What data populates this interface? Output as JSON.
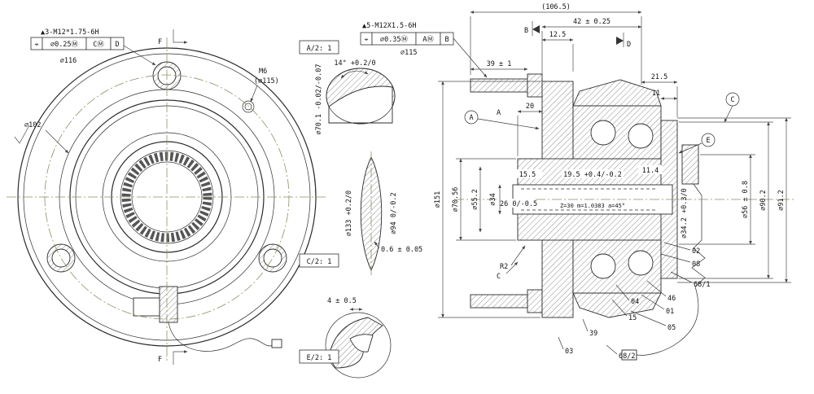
{
  "front": {
    "note_m12": "▲3-M12*1.75-6H",
    "fcf": {
      "c1": "⌖",
      "c2": "⌀0.25Ⓜ",
      "c3": "CⓂ",
      "c4": "D"
    },
    "dia116": "⌀116",
    "m6": "M6",
    "m6_bc": "(⌀115)",
    "dia102": "⌀102",
    "section_f": "F"
  },
  "details": {
    "a": {
      "label": "A/2: 1",
      "angle": "14° +0.2/0",
      "dia701": "⌀70.1 -0.02/-0.07"
    },
    "c": {
      "label": "C/2: 1",
      "gap": "0.6 ± 0.05",
      "dia133": "⌀133 +0.2/0",
      "dia94": "⌀94 0/-0.2"
    },
    "e": {
      "label": "E/2: 1",
      "dim4": "4 ± 0.5"
    }
  },
  "section": {
    "note_m12": "▲5-M12X1.5-6H",
    "fcf": {
      "c1": "⌖",
      "c2": "⌀0.35Ⓜ",
      "c3": "AⓂ",
      "c4": "B"
    },
    "dia115": "⌀115",
    "dims": {
      "overall": "(106.5)",
      "d42": "42 ± 0.25",
      "d125": "12.5",
      "d39": "39 ± 1",
      "d215": "21.5",
      "d11": "11",
      "d20": "20",
      "d155": "15.5",
      "d195": "19.5 +0.4/-0.2",
      "d114": "11.4",
      "d26": "26 0/-0.5",
      "spline": "Z=30  m=1.0383  a=45°",
      "dia151": "⌀151",
      "dia7056": "⌀70.56",
      "dia552": "⌀55.2",
      "dia34": "⌀34",
      "dia342": "⌀34.2 +0.3/0",
      "dia56": "⌀56 ± 0.8",
      "dia902": "⌀90.2",
      "dia912": "⌀91.2",
      "r2": "R2"
    },
    "datums": {
      "a": "A",
      "b": "B",
      "c": "C",
      "d": "D",
      "e": "E",
      "a_plain": "A",
      "c_plain": "C"
    },
    "callouts": [
      "02",
      "08",
      "68/1",
      "46",
      "04",
      "01",
      "15",
      "05",
      "39",
      "03",
      "68/2"
    ]
  }
}
